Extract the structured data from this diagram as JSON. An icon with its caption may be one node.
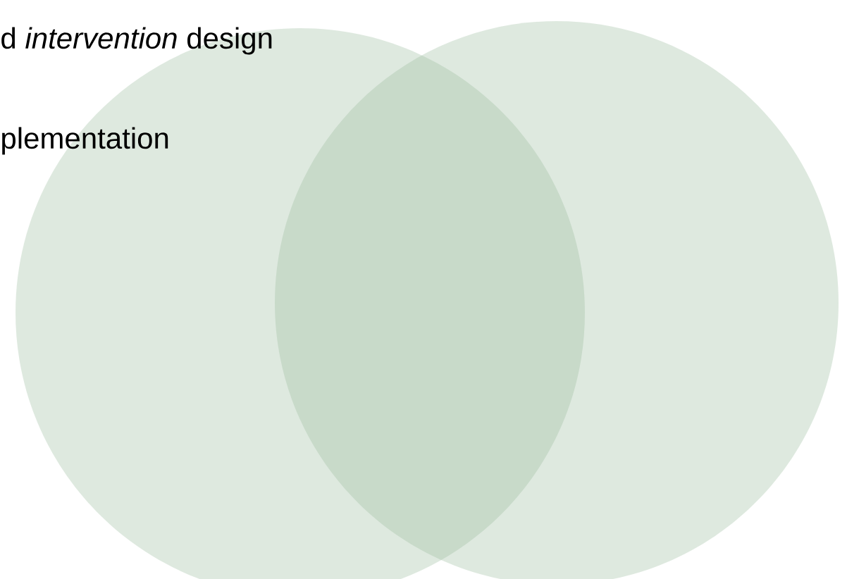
{
  "diagram": {
    "nodes": [
      {
        "text": [],
        "shape": "circle"
      },
      {
        "text": [],
        "shape": "circle"
      }
    ],
    "labels": [
      "d *intervention* design",
      "plementation"
    ]
  }
}
